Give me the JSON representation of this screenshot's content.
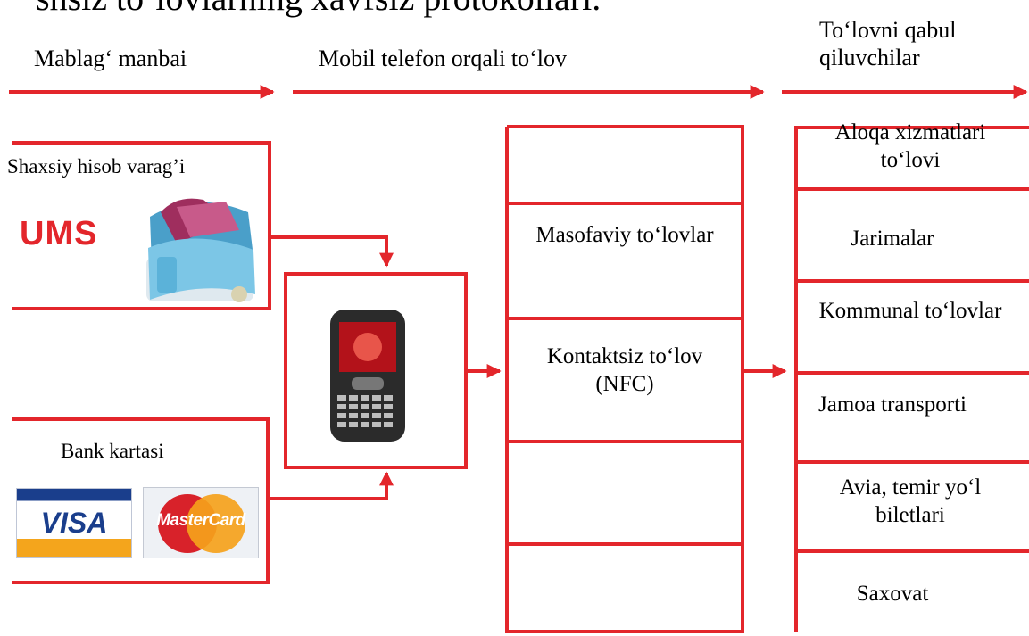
{
  "title": "shsiz to‘lovlarning xavfsiz protokollari.",
  "headers": {
    "source": "Mablag‘ manbai",
    "mobile": "Mobil telefon orqali to‘lov",
    "receivers": "To‘lovni qabul qiluvchilar"
  },
  "sources": {
    "account_label": "Shaxsiy hisob varag’i",
    "ums_logo": "UMS",
    "bank_label": "Bank kartasi",
    "visa_logo": "VISA",
    "mastercard_logo": "MasterCard"
  },
  "methods": {
    "remote": "Masofaviy to‘lovlar",
    "nfc": "Kontaktsiz to‘lov (NFC)"
  },
  "receivers": [
    "Aloqa xizmatlari to‘lovi",
    "Jarimalar",
    "Kommunal to‘lovlar",
    "Jamoa transporti",
    "Avia, temir yo‘l biletlari",
    "Saxovat"
  ],
  "icons": [
    "wallet-icon",
    "mobile-phone-icon"
  ],
  "colors": {
    "accent": "#e3262b"
  }
}
